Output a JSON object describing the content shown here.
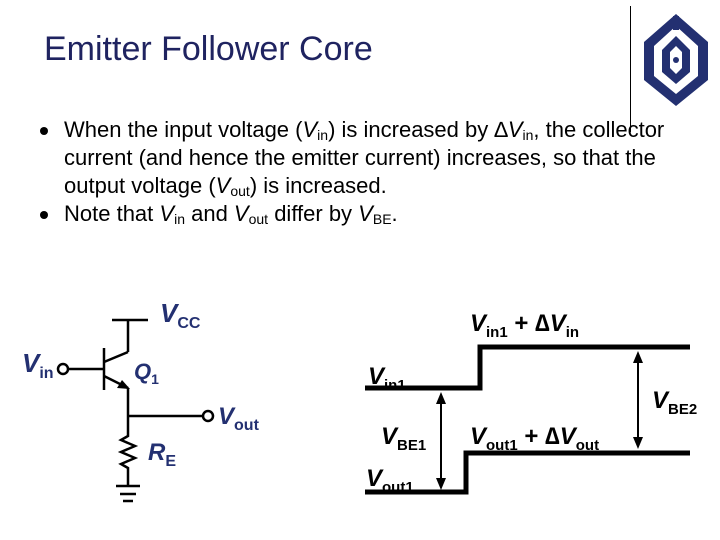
{
  "slide": {
    "title": "Emitter Follower Core"
  },
  "bullets": [
    {
      "t1": "When the input voltage (",
      "v1": "V",
      "s1": "in",
      "t2": ") is increased by ∆",
      "v2": "V",
      "s2": "in",
      "t3": ", the collector current (and hence the emitter current) increases, so that the output voltage (",
      "v3": "V",
      "s3": "out",
      "t4": ") is increased."
    },
    {
      "t1": "Note that ",
      "v1": "V",
      "s1": "in",
      "t2": " and ",
      "v2": "V",
      "s2": "out",
      "t3": " differ by ",
      "v3": "V",
      "s3": "BE",
      "t4": "."
    }
  ],
  "circuit": {
    "vcc": {
      "main": "V",
      "sub": "CC"
    },
    "vin": {
      "main": "V",
      "sub": "in"
    },
    "q1": {
      "main": "Q",
      "sub": "1"
    },
    "vout": {
      "main": "V",
      "sub": "out"
    },
    "re": {
      "main": "R",
      "sub": "E"
    }
  },
  "waveform": {
    "vin1_plus": {
      "main": "V",
      "sub": "in1",
      "mid": " + ∆",
      "main2": "V",
      "sub2": "in"
    },
    "vin1": {
      "main": "V",
      "sub": "in1"
    },
    "vbe1": {
      "main": "V",
      "sub": "BE1"
    },
    "vout1_plus": {
      "main": "V",
      "sub": "out1",
      "mid": " + ∆",
      "main2": "V",
      "sub2": "out"
    },
    "vout1": {
      "main": "V",
      "sub": "out1"
    },
    "vbe2": {
      "main": "V",
      "sub": "BE2"
    }
  },
  "colors": {
    "title": "#1f2360",
    "logo": "#233071"
  },
  "icons": {
    "logo": "university-logo-icon"
  }
}
